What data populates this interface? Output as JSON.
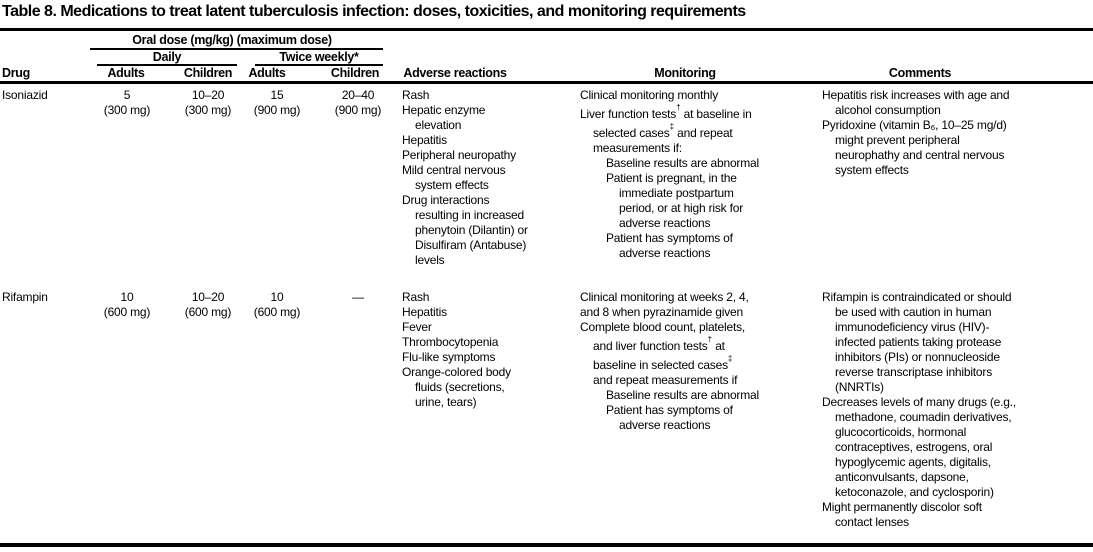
{
  "title": "Table 8. Medications to treat latent tuberculosis infection: doses, toxicities, and monitoring requirements",
  "header": {
    "oral_dose_group": "Oral dose (mg/kg) (maximum dose)",
    "daily_group": "Daily",
    "twice_weekly_group": "Twice weekly*",
    "columns": {
      "drug": "Drug",
      "adults_daily": "Adults",
      "children_daily": "Children",
      "adults_twice_weekly": "Adults",
      "children_twice_weekly": "Children",
      "adverse_reactions": "Adverse reactions",
      "monitoring": "Monitoring",
      "comments": "Comments"
    }
  },
  "rows": [
    {
      "drug": "Isoniazid",
      "doses": {
        "adults_daily": [
          "5",
          "(300 mg)"
        ],
        "children_daily": [
          "10–20",
          "(300 mg)"
        ],
        "adults_twice_weekly": [
          "15",
          "(900 mg)"
        ],
        "children_twice_weekly": [
          "20–40",
          "(900 mg)"
        ]
      },
      "adverse_reactions": [
        {
          "i": 0,
          "t": "Rash"
        },
        {
          "i": 0,
          "t": "Hepatic enzyme"
        },
        {
          "i": 1,
          "t": "elevation"
        },
        {
          "i": 0,
          "t": "Hepatitis"
        },
        {
          "i": 0,
          "t": "Peripheral neuropathy"
        },
        {
          "i": 0,
          "t": "Mild central nervous"
        },
        {
          "i": 1,
          "t": "system effects"
        },
        {
          "i": 0,
          "t": "Drug interactions"
        },
        {
          "i": 1,
          "t": "resulting in increased"
        },
        {
          "i": 1,
          "t": "phenytoin (Dilantin) or"
        },
        {
          "i": 1,
          "t": "Disulfiram (Antabuse)"
        },
        {
          "i": 1,
          "t": "levels"
        }
      ],
      "monitoring": [
        {
          "i": 0,
          "t": "Clinical monitoring monthly"
        },
        {
          "i": 0,
          "t": "Liver function tests† at baseline in"
        },
        {
          "i": 1,
          "t": "selected cases‡ and repeat"
        },
        {
          "i": 1,
          "t": "measurements if:"
        },
        {
          "i": 2,
          "t": "Baseline results are abnormal"
        },
        {
          "i": 2,
          "t": "Patient is pregnant, in the"
        },
        {
          "i": 3,
          "t": "immediate postpartum"
        },
        {
          "i": 3,
          "t": "period, or at high risk for"
        },
        {
          "i": 3,
          "t": "adverse reactions"
        },
        {
          "i": 2,
          "t": "Patient has symptoms of"
        },
        {
          "i": 3,
          "t": "adverse reactions"
        }
      ],
      "comments": [
        {
          "i": 0,
          "t": "Hepatitis risk increases with age and"
        },
        {
          "i": 1,
          "t": "alcohol consumption"
        },
        {
          "i": 0,
          "t": "Pyridoxine (vitamin B₆, 10–25 mg/d)"
        },
        {
          "i": 1,
          "t": "might prevent peripheral"
        },
        {
          "i": 1,
          "t": "neurophathy and central nervous"
        },
        {
          "i": 1,
          "t": "system effects"
        }
      ]
    },
    {
      "drug": "Rifampin",
      "doses": {
        "adults_daily": [
          "10",
          "(600 mg)"
        ],
        "children_daily": [
          "10–20",
          "(600 mg)"
        ],
        "adults_twice_weekly": [
          "10",
          "(600 mg)"
        ],
        "children_twice_weekly": [
          "—"
        ]
      },
      "adverse_reactions": [
        {
          "i": 0,
          "t": "Rash"
        },
        {
          "i": 0,
          "t": "Hepatitis"
        },
        {
          "i": 0,
          "t": "Fever"
        },
        {
          "i": 0,
          "t": "Thrombocytopenia"
        },
        {
          "i": 0,
          "t": "Flu-like symptoms"
        },
        {
          "i": 0,
          "t": "Orange-colored body"
        },
        {
          "i": 1,
          "t": "fluids (secretions,"
        },
        {
          "i": 1,
          "t": "urine, tears)"
        }
      ],
      "monitoring": [
        {
          "i": 0,
          "t": "Clinical monitoring at weeks 2, 4,"
        },
        {
          "i": 0,
          "t": "and 8 when pyrazinamide given"
        },
        {
          "i": 0,
          "t": "Complete blood count, platelets,"
        },
        {
          "i": 1,
          "t": "and liver function tests† at"
        },
        {
          "i": 1,
          "t": "baseline in selected cases‡"
        },
        {
          "i": 1,
          "t": "and repeat measurements if"
        },
        {
          "i": 2,
          "t": "Baseline results are abnormal"
        },
        {
          "i": 2,
          "t": "Patient has symptoms of"
        },
        {
          "i": 3,
          "t": "adverse reactions"
        }
      ],
      "comments": [
        {
          "i": 0,
          "t": "Rifampin is contraindicated or should"
        },
        {
          "i": 1,
          "t": "be used with caution in human"
        },
        {
          "i": 1,
          "t": "immunodeficiency virus (HIV)-"
        },
        {
          "i": 1,
          "t": "infected patients taking protease"
        },
        {
          "i": 1,
          "t": "inhibitors (PIs) or nonnucleoside"
        },
        {
          "i": 1,
          "t": "reverse transcriptase inhibitors"
        },
        {
          "i": 1,
          "t": "(NNRTIs)"
        },
        {
          "i": 0,
          "t": "Decreases levels of many drugs (e.g.,"
        },
        {
          "i": 1,
          "t": "methadone, coumadin derivatives,"
        },
        {
          "i": 1,
          "t": "glucocorticoids, hormonal"
        },
        {
          "i": 1,
          "t": "contraceptives, estrogens, oral"
        },
        {
          "i": 1,
          "t": "hypoglycemic agents, digitalis,"
        },
        {
          "i": 1,
          "t": "anticonvulsants, dapsone,"
        },
        {
          "i": 1,
          "t": "ketoconazole, and cyclosporin)"
        },
        {
          "i": 0,
          "t": "Might permanently discolor soft"
        },
        {
          "i": 1,
          "t": "contact lenses"
        }
      ]
    }
  ],
  "colors": {
    "text": "#000000",
    "background": "#ffffff",
    "rule": "#000000"
  }
}
